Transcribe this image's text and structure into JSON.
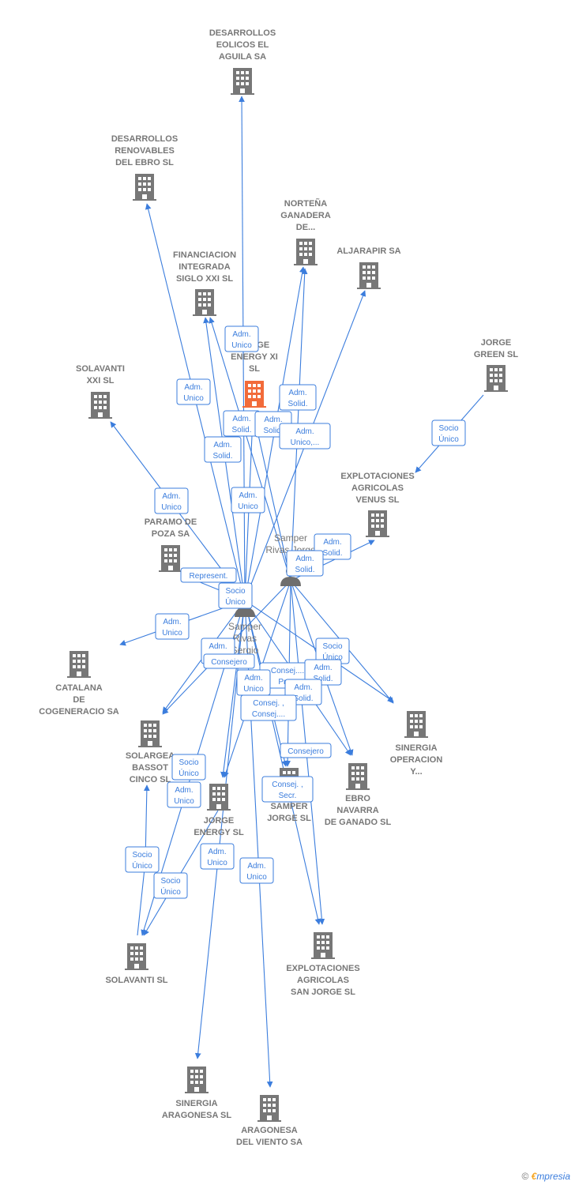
{
  "colors": {
    "edge": "#3b7ddd",
    "node": "#777777",
    "focus": "#f26b3a",
    "person": "#6e6e6e"
  },
  "companies": [
    {
      "id": "n1",
      "lines": [
        "DESARROLLOS",
        "EOLICOS EL",
        "AGUILA SA"
      ],
      "focus": false
    },
    {
      "id": "n2",
      "lines": [
        "DESARROLLOS",
        "RENOVABLES",
        "DEL EBRO SL"
      ],
      "focus": false
    },
    {
      "id": "n3",
      "lines": [
        "NORTEÑA",
        "GANADERA",
        "DE..."
      ],
      "focus": false
    },
    {
      "id": "n4",
      "lines": [
        "ALJARAPIR SA"
      ],
      "focus": false
    },
    {
      "id": "n5",
      "lines": [
        "FINANCIACION",
        "INTEGRADA",
        "SIGLO XXI  SL"
      ],
      "focus": false
    },
    {
      "id": "n6",
      "lines": [
        "JORGE",
        "GREEN  SL"
      ],
      "focus": false
    },
    {
      "id": "n7",
      "lines": [
        "JORGE",
        "ENERGY XI",
        "SL"
      ],
      "focus": true
    },
    {
      "id": "n8",
      "lines": [
        "SOLAVANTI",
        "XXI SL"
      ],
      "focus": false
    },
    {
      "id": "n9",
      "lines": [
        "EXPLOTACIONES",
        "AGRICOLAS",
        "VENUS  SL"
      ],
      "focus": false
    },
    {
      "id": "n10",
      "lines": [
        "EOLICA",
        "PARAMO DE",
        "POZA SA"
      ],
      "focus": false
    },
    {
      "id": "n11",
      "lines": [
        "CATALANA",
        "DE",
        "COGENERACIO SA"
      ],
      "focus": false
    },
    {
      "id": "n12",
      "lines": [
        "SINERGIA",
        "OPERACION",
        "Y..."
      ],
      "focus": false
    },
    {
      "id": "n13",
      "lines": [
        "SOLARGEA",
        "BASSOT",
        "CINCO SL"
      ],
      "focus": false
    },
    {
      "id": "n14",
      "lines": [
        "EBRO",
        "NAVARRA",
        "DE GANADO SL"
      ],
      "focus": false
    },
    {
      "id": "n15",
      "lines": [
        "SAMPER",
        "JORGE SL"
      ],
      "focus": false
    },
    {
      "id": "n16",
      "lines": [
        "JORGE",
        "ENERGY SL"
      ],
      "focus": false
    },
    {
      "id": "n17",
      "lines": [
        "SOLAVANTI SL"
      ],
      "focus": false
    },
    {
      "id": "n18",
      "lines": [
        "EXPLOTACIONES",
        "AGRICOLAS",
        "SAN JORGE SL"
      ],
      "focus": false
    },
    {
      "id": "n19",
      "lines": [
        "SINERGIA",
        "ARAGONESA SL"
      ],
      "focus": false
    },
    {
      "id": "n20",
      "lines": [
        "ARAGONESA",
        "DEL VIENTO SA"
      ],
      "focus": false
    }
  ],
  "persons": [
    {
      "id": "p1",
      "lines": [
        "Samper",
        "Rivas  Jorge"
      ]
    },
    {
      "id": "p2",
      "lines": [
        "Samper",
        "Rivas",
        "Sergio"
      ]
    }
  ],
  "edge_labels": [
    {
      "id": "e1",
      "lines": [
        "Adm.",
        "Unico"
      ]
    },
    {
      "id": "e2",
      "lines": [
        "Adm.",
        "Unico"
      ]
    },
    {
      "id": "e3",
      "lines": [
        "Adm.",
        "Solid."
      ]
    },
    {
      "id": "e4",
      "lines": [
        "Adm.",
        "Solid."
      ]
    },
    {
      "id": "e5",
      "lines": [
        "Adm.",
        "Solid."
      ]
    },
    {
      "id": "e6",
      "lines": [
        "Adm.",
        "Unico,..."
      ]
    },
    {
      "id": "e7",
      "lines": [
        "Adm.",
        "Solid."
      ]
    },
    {
      "id": "e8",
      "lines": [
        "Socio",
        "Único"
      ]
    },
    {
      "id": "e9",
      "lines": [
        "Adm.",
        "Unico"
      ]
    },
    {
      "id": "e10",
      "lines": [
        "Adm.",
        "Unico"
      ]
    },
    {
      "id": "e11",
      "lines": [
        "Adm.",
        "Solid."
      ]
    },
    {
      "id": "e12",
      "lines": [
        "Adm.",
        "Solid."
      ]
    },
    {
      "id": "e13",
      "lines": [
        "Represent."
      ]
    },
    {
      "id": "e14",
      "lines": [
        "Socio",
        "Único"
      ]
    },
    {
      "id": "e15",
      "lines": [
        "Adm.",
        "Unico"
      ]
    },
    {
      "id": "e16",
      "lines": [
        "Adm.",
        "Unico"
      ]
    },
    {
      "id": "e17",
      "lines": [
        "Consejero"
      ]
    },
    {
      "id": "e18",
      "lines": [
        "Socio",
        "Único"
      ]
    },
    {
      "id": "e19",
      "lines": [
        "Consej....",
        "Pres."
      ]
    },
    {
      "id": "e20",
      "lines": [
        "Adm.",
        "Solid."
      ]
    },
    {
      "id": "e21",
      "lines": [
        "Adm.",
        "Unico"
      ]
    },
    {
      "id": "e22",
      "lines": [
        "Adm.",
        "Solid."
      ]
    },
    {
      "id": "e23",
      "lines": [
        "Consej. ,",
        "Consej...."
      ]
    },
    {
      "id": "e24",
      "lines": [
        "Consejero"
      ]
    },
    {
      "id": "e25",
      "lines": [
        "Socio",
        "Único"
      ]
    },
    {
      "id": "e26",
      "lines": [
        "Adm.",
        "Unico"
      ]
    },
    {
      "id": "e27",
      "lines": [
        "Consej. ,",
        "Secr."
      ]
    },
    {
      "id": "e28",
      "lines": [
        "Socio",
        "Único"
      ]
    },
    {
      "id": "e29",
      "lines": [
        "Adm.",
        "Unico"
      ]
    },
    {
      "id": "e30",
      "lines": [
        "Socio",
        "Único"
      ]
    },
    {
      "id": "e31",
      "lines": [
        "Adm.",
        "Unico"
      ]
    }
  ],
  "footer": {
    "copyright": "©",
    "brand_initial": "€",
    "brand_rest": "mpresia"
  }
}
